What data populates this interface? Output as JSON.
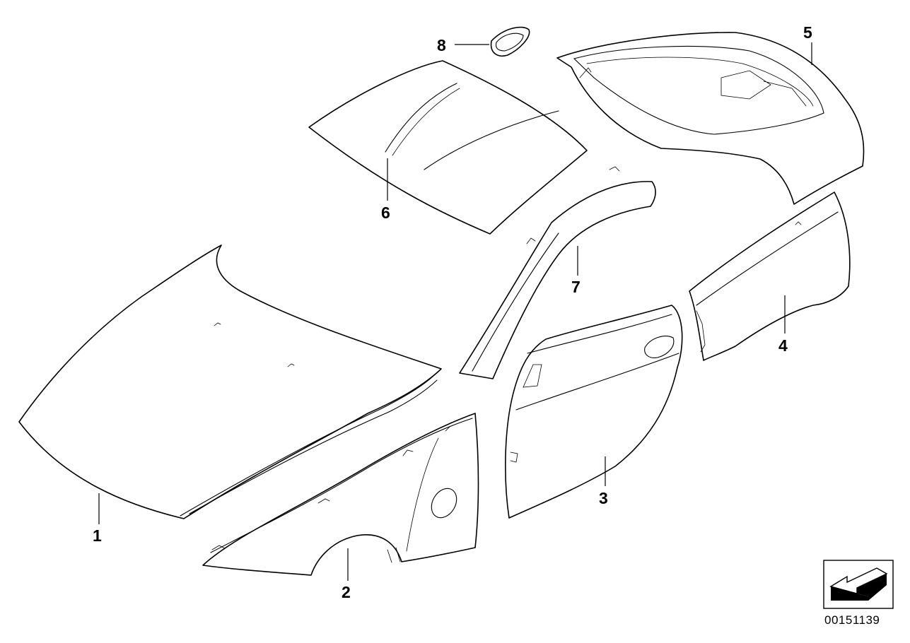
{
  "diagram": {
    "callouts": {
      "p1": "1",
      "p2": "2",
      "p3": "3",
      "p4": "4",
      "p5": "5",
      "p6": "6",
      "p7": "7",
      "p8": "8"
    },
    "document_id": "00151139",
    "orientation_icon": "front-arrow-icon"
  }
}
